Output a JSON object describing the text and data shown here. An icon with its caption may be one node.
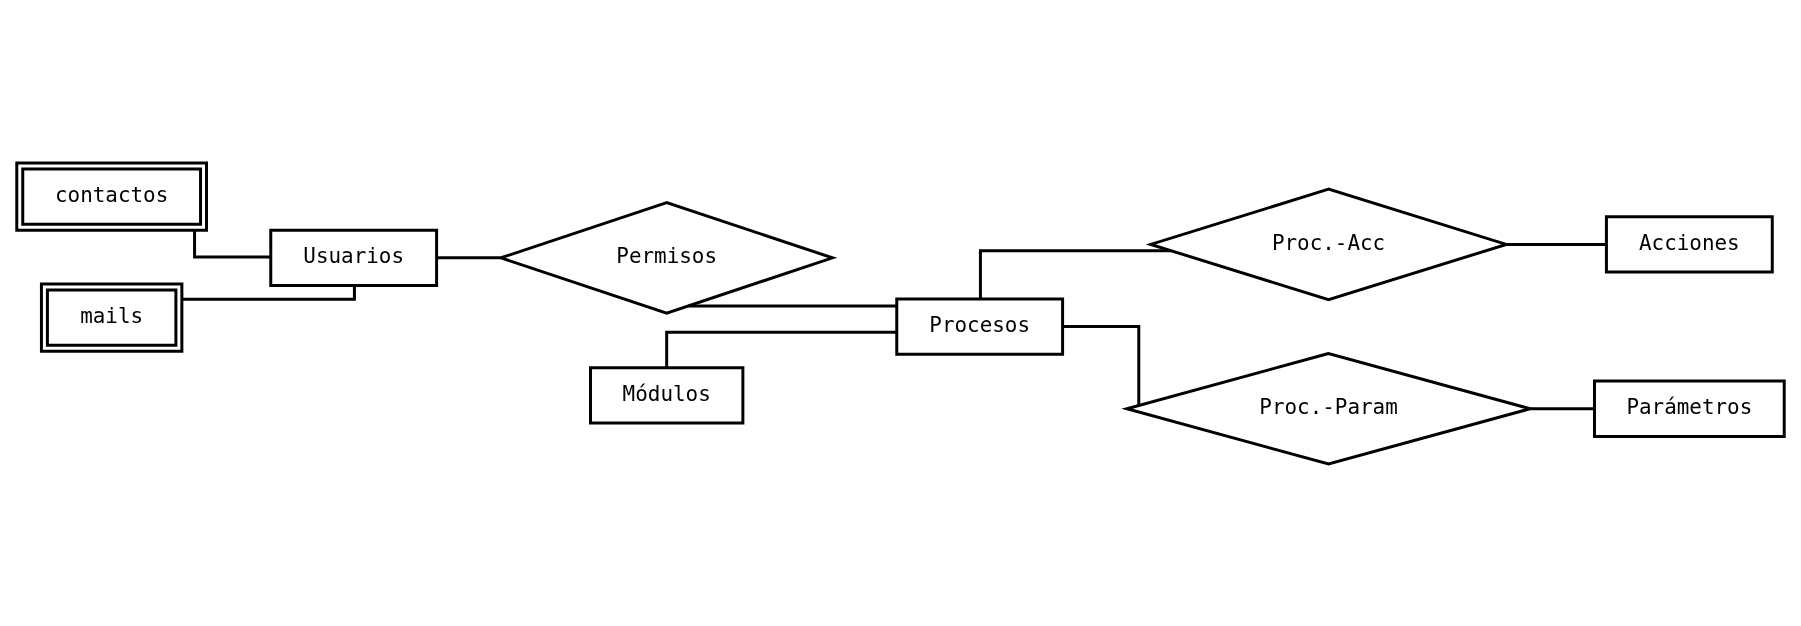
{
  "diagram": {
    "nodes": [
      {
        "text": [
          "contactos"
        ]
      },
      {
        "text": [
          "mails"
        ]
      },
      {
        "text": [
          "Usuarios"
        ]
      },
      {
        "text": [
          "Permisos"
        ]
      },
      {
        "text": [
          "Módulos"
        ]
      },
      {
        "text": [
          "Procesos"
        ]
      },
      {
        "text": [
          "Acciones"
        ]
      },
      {
        "text": [
          "Proc.-Acc"
        ]
      },
      {
        "text": [
          "Proc.-Param"
        ]
      },
      {
        "text": [
          "Parámetros"
        ]
      }
    ],
    "edges": [
      {
        "from": 0,
        "to": 2,
        "arrow": "none"
      },
      {
        "from": 1,
        "to": 2,
        "arrow": "none"
      },
      {
        "from": 2,
        "to": 3,
        "arrow": "none"
      },
      {
        "from": 3,
        "to": 5,
        "arrow": "none"
      },
      {
        "from": 4,
        "to": 5,
        "arrow": "none"
      },
      {
        "from": 5,
        "to": 7,
        "arrow": "none"
      },
      {
        "from": 7,
        "to": 6,
        "arrow": "none"
      },
      {
        "from": 5,
        "to": 8,
        "arrow": "none"
      },
      {
        "from": 8,
        "to": 9,
        "arrow": "none"
      }
    ]
  }
}
